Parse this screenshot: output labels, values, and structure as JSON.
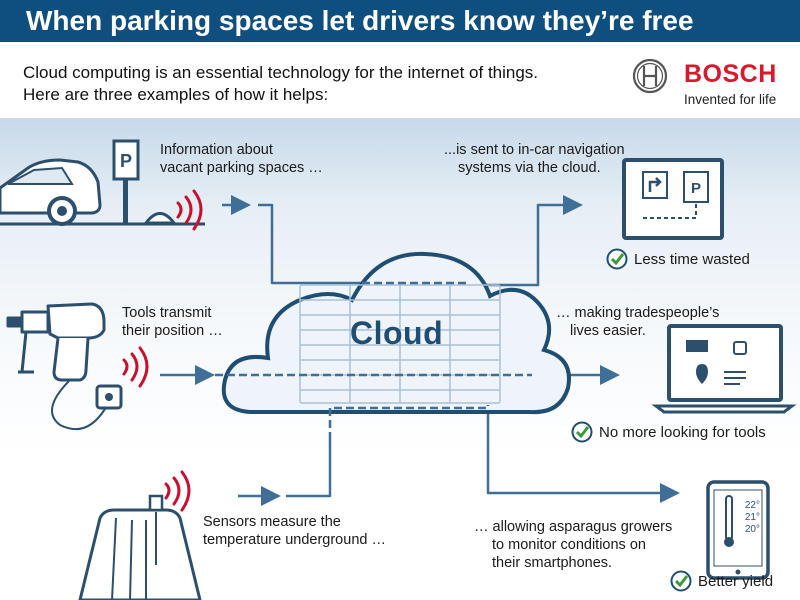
{
  "header": {
    "title": "When parking spaces let drivers know they’re free"
  },
  "intro": {
    "line1": "Cloud computing is an essential technology for the internet of things.",
    "line2": "Here are three examples of how it helps:"
  },
  "brand": {
    "name": "BOSCH",
    "tagline": "Invented for life",
    "color": "#d8182d"
  },
  "cloud": {
    "label": "Cloud"
  },
  "parking": {
    "sign_letter": "P",
    "source_text_1": "Information about",
    "source_text_2": "vacant parking spaces …",
    "dest_text_1": "...is sent to in-car navigation",
    "dest_text_2": "systems via the cloud.",
    "benefit": "Less time wasted"
  },
  "tools": {
    "source_text_1": "Tools transmit",
    "source_text_2": "their position …",
    "dest_text_1": "… making tradespeople’s",
    "dest_text_2": "lives easier.",
    "benefit": "No more looking for tools"
  },
  "asparagus": {
    "source_text_1": "Sensors measure the",
    "source_text_2": "temperature underground …",
    "dest_text_1": "… allowing asparagus growers",
    "dest_text_2": "to monitor conditions on",
    "dest_text_3": "their smartphones.",
    "benefit": "Better yield",
    "temp_1": "22°",
    "temp_2": "21°",
    "temp_3": "20°"
  },
  "colors": {
    "header_bg": "#0f4f7f",
    "line": "#3f6f96",
    "check": "#3a9a3a",
    "signal": "#c8102e"
  }
}
